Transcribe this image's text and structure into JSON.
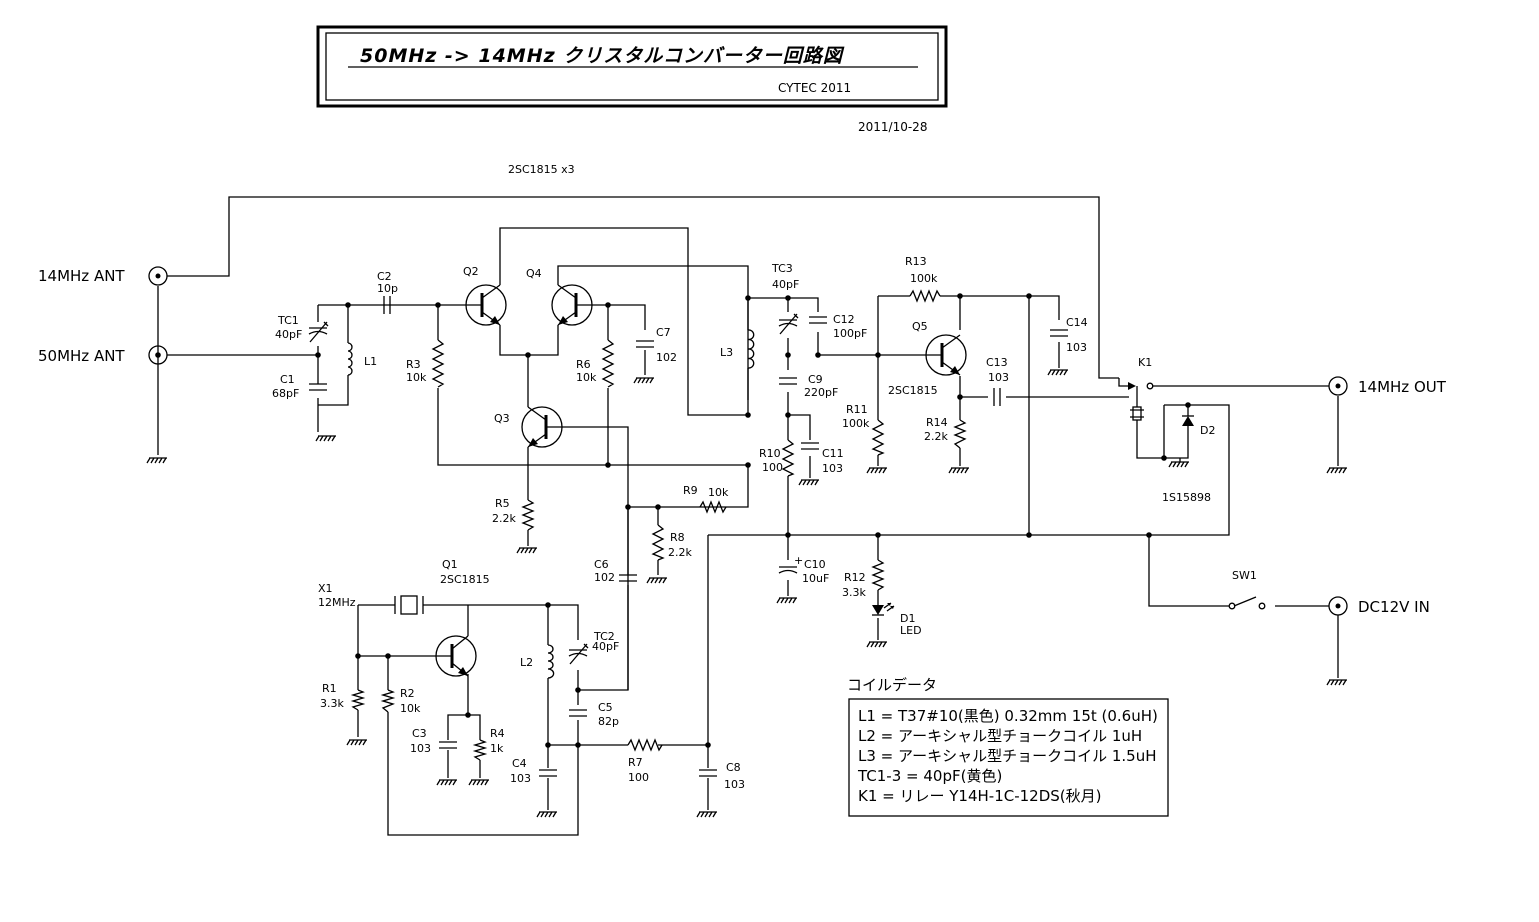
{
  "title": {
    "main": "50MHz  ->  14MHz  クリスタルコンバーター回路図",
    "author": "CYTEC  2011",
    "date": "2011/10-28"
  },
  "note": "2SC1815 x3",
  "ports": {
    "ant14": "14MHz  ANT",
    "ant50": "50MHz  ANT",
    "out14": "14MHz  OUT",
    "dc12": "DC12V  IN"
  },
  "parts": {
    "C1": {
      "name": "C1",
      "value": "68pF"
    },
    "C2": {
      "name": "C2",
      "value": "10p"
    },
    "C3": {
      "name": "C3",
      "value": "103"
    },
    "C4": {
      "name": "C4",
      "value": "103"
    },
    "C5": {
      "name": "C5",
      "value": "82p"
    },
    "C6": {
      "name": "C6",
      "value": "102"
    },
    "C7": {
      "name": "C7",
      "value": "102"
    },
    "C8": {
      "name": "C8",
      "value": "103"
    },
    "C9": {
      "name": "C9",
      "value": "220pF"
    },
    "C10": {
      "name": "C10",
      "value": "10uF"
    },
    "C11": {
      "name": "C11",
      "value": "103"
    },
    "C12": {
      "name": "C12",
      "value": "100pF"
    },
    "C13": {
      "name": "C13",
      "value": "103"
    },
    "C14": {
      "name": "C14",
      "value": "103"
    },
    "TC1": {
      "name": "TC1",
      "value": "40pF"
    },
    "TC2": {
      "name": "TC2",
      "value": "40pF"
    },
    "TC3": {
      "name": "TC3",
      "value": "40pF"
    },
    "R1": {
      "name": "R1",
      "value": "3.3k"
    },
    "R2": {
      "name": "R2",
      "value": "10k"
    },
    "R3": {
      "name": "R3",
      "value": "10k"
    },
    "R4": {
      "name": "R4",
      "value": "1k"
    },
    "R5": {
      "name": "R5",
      "value": "2.2k"
    },
    "R6": {
      "name": "R6",
      "value": "10k"
    },
    "R7": {
      "name": "R7",
      "value": "100"
    },
    "R8": {
      "name": "R8",
      "value": "2.2k"
    },
    "R9": {
      "name": "R9",
      "value": "10k"
    },
    "R10": {
      "name": "R10",
      "value": "100"
    },
    "R11": {
      "name": "R11",
      "value": "100k"
    },
    "R12": {
      "name": "R12",
      "value": "3.3k"
    },
    "R13": {
      "name": "R13",
      "value": "100k"
    },
    "R14": {
      "name": "R14",
      "value": "2.2k"
    },
    "L1": {
      "name": "L1"
    },
    "L2": {
      "name": "L2"
    },
    "L3": {
      "name": "L3"
    },
    "Q1": {
      "name": "Q1",
      "value": "2SC1815"
    },
    "Q2": {
      "name": "Q2"
    },
    "Q3": {
      "name": "Q3"
    },
    "Q4": {
      "name": "Q4"
    },
    "Q5": {
      "name": "Q5",
      "value": "2SC1815"
    },
    "X1": {
      "name": "X1",
      "value": "12MHz"
    },
    "D1": {
      "name": "D1",
      "value": "LED"
    },
    "D2": {
      "name": "D2",
      "value": "1S15898"
    },
    "K1": {
      "name": "K1"
    },
    "SW1": {
      "name": "SW1"
    }
  },
  "coil_data": {
    "heading": "コイルデータ",
    "lines": [
      "L1 = T37#10(黒色)  0.32mm 15t (0.6uH)",
      "L2 = アーキシャル型チョークコイル   1uH",
      "L3 = アーキシャル型チョークコイル   1.5uH",
      "TC1-3 = 40pF(黄色)",
      "K1 = リレー   Y14H-1C-12DS(秋月)"
    ]
  }
}
